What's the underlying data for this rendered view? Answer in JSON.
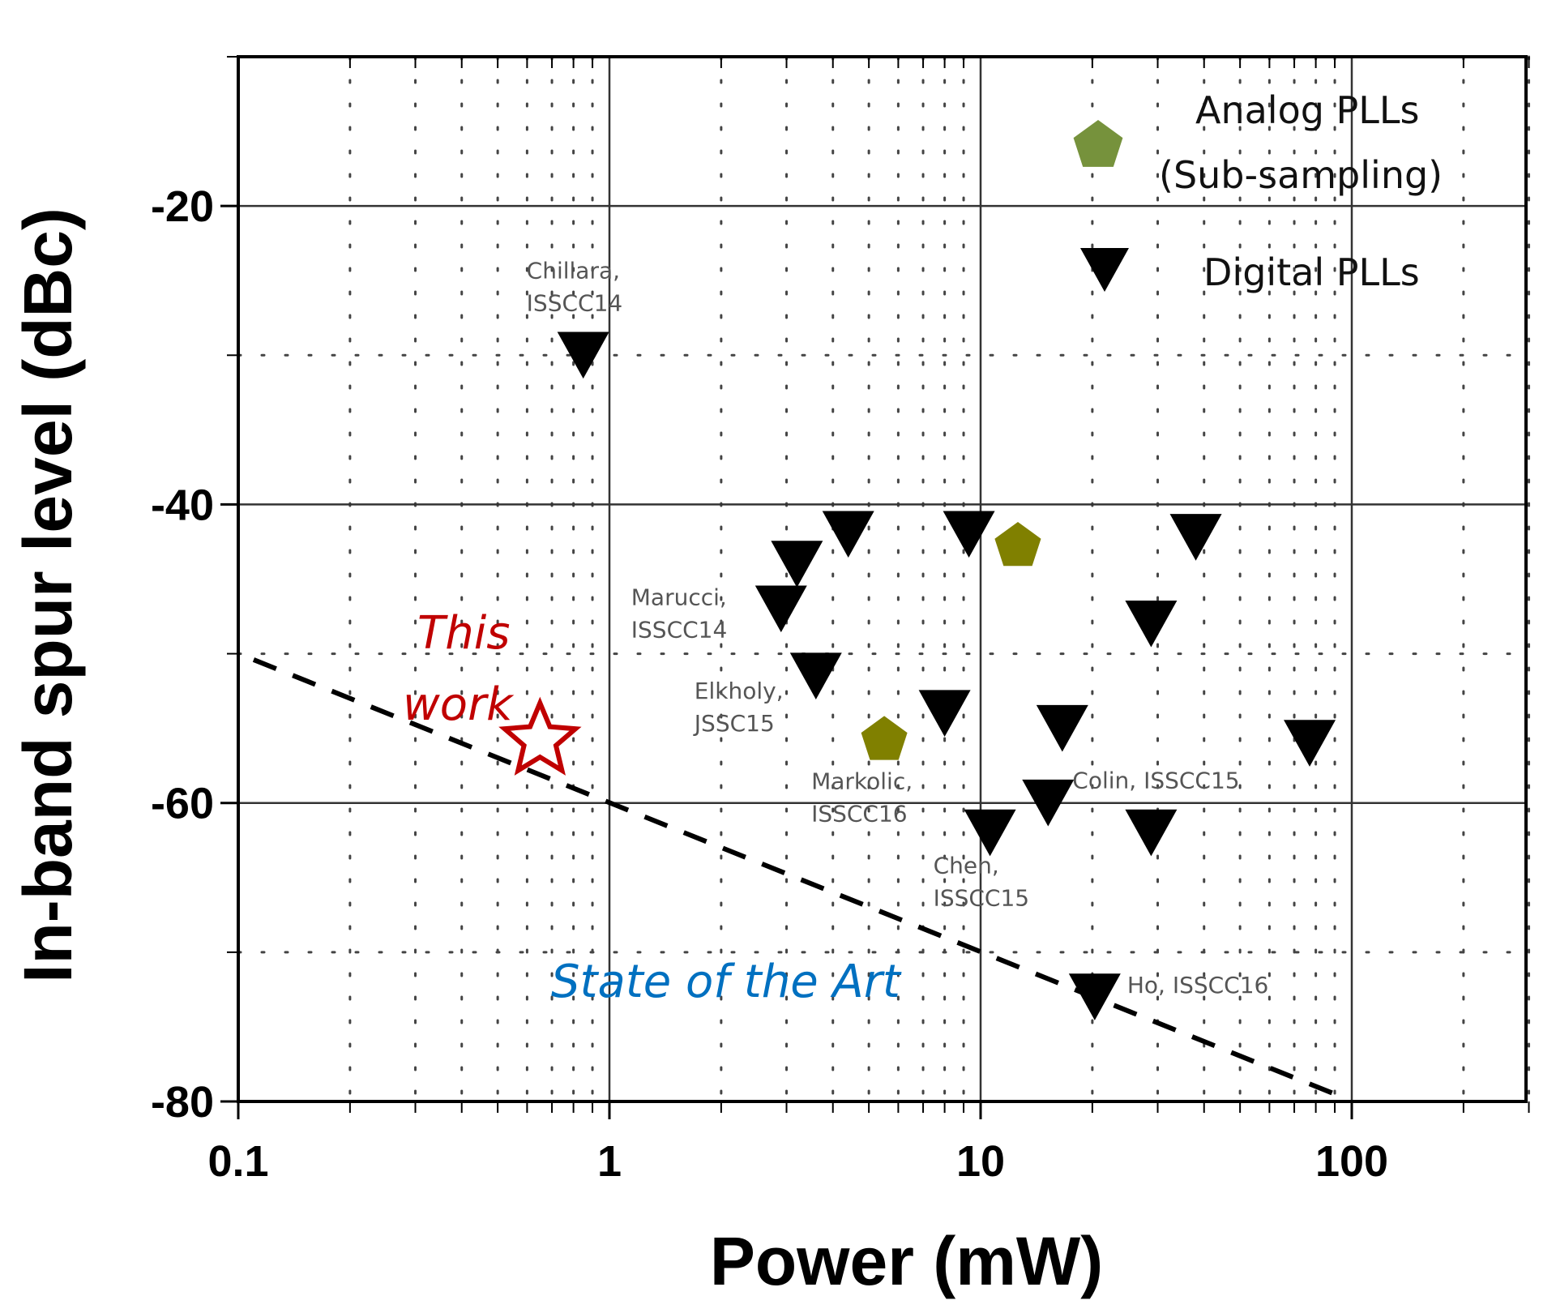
{
  "chart_data": {
    "type": "scatter",
    "title": "",
    "xlabel": "Power (mW)",
    "ylabel": "In-band spur level (dBc)",
    "xscale": "log",
    "xlim": [
      0.1,
      300
    ],
    "ylim": [
      -80,
      -10
    ],
    "x_ticks": [
      0.1,
      1,
      10,
      100
    ],
    "x_tick_labels": [
      "0.1",
      "1",
      "10",
      "100"
    ],
    "y_ticks": [
      -80,
      -60,
      -40,
      -20
    ],
    "y_tick_labels": [
      "-80",
      "-60",
      "-40",
      "-20"
    ],
    "grid": true,
    "legend_position": "top-right",
    "legend": [
      {
        "name": "Analog PLLs (Sub-sampling)",
        "lines": [
          "Analog PLLs",
          "(Sub-sampling)"
        ],
        "marker": "pentagon",
        "color": "#76923C"
      },
      {
        "name": "Digital PLLs",
        "lines": [
          "Digital PLLs"
        ],
        "marker": "triangle-down",
        "color": "#000000"
      }
    ],
    "series": [
      {
        "name": "Digital PLLs",
        "marker": "triangle-down",
        "color": "#000000",
        "points": [
          {
            "x": 0.85,
            "y": -30,
            "label": [
              "Chillara,",
              "ISSCC14"
            ]
          },
          {
            "x": 4.4,
            "y": -42,
            "label": null
          },
          {
            "x": 9.3,
            "y": -42,
            "label": null
          },
          {
            "x": 3.2,
            "y": -44,
            "label": null
          },
          {
            "x": 2.9,
            "y": -47,
            "label": [
              "Marucci,",
              "ISSCC14"
            ]
          },
          {
            "x": 3.6,
            "y": -51.5,
            "label": [
              "Elkholy,",
              "JSSC15"
            ]
          },
          {
            "x": 8.0,
            "y": -54,
            "label": null
          },
          {
            "x": 16.6,
            "y": -55,
            "label": null
          },
          {
            "x": 38,
            "y": -42.2,
            "label": null
          },
          {
            "x": 28.8,
            "y": -48,
            "label": null
          },
          {
            "x": 77,
            "y": -56,
            "label": null
          },
          {
            "x": 15.2,
            "y": -60,
            "label": [
              "Colin, ISSCC15"
            ]
          },
          {
            "x": 10.6,
            "y": -62,
            "label": [
              "Chen,",
              "ISSCC15"
            ]
          },
          {
            "x": 28.8,
            "y": -62,
            "label": null
          },
          {
            "x": 20.3,
            "y": -73,
            "label": [
              "Ho, ISSCC16"
            ]
          }
        ]
      },
      {
        "name": "Analog PLLs (Sub-sampling)",
        "marker": "pentagon",
        "color": "#808000",
        "points": [
          {
            "x": 12.6,
            "y": -42.8,
            "label": null
          },
          {
            "x": 5.5,
            "y": -55.8,
            "label": [
              "Markolic,",
              "ISSCC16"
            ]
          }
        ]
      },
      {
        "name": "This work",
        "marker": "star-open",
        "color": "#C00000",
        "points": [
          {
            "x": 0.65,
            "y": -55.8,
            "label": null
          }
        ]
      }
    ],
    "reference_line": {
      "name": "State of the Art",
      "style": "dashed",
      "color": "#000000",
      "x": [
        0.11,
        90
      ],
      "y": [
        -50.4,
        -79.5
      ]
    },
    "annotations": [
      {
        "text": [
          "This",
          "work"
        ],
        "color": "#C00000",
        "style": "italic",
        "anchor": {
          "x": 0.42,
          "y": -50
        }
      },
      {
        "text": [
          "State of the Art"
        ],
        "color": "#0070C0",
        "style": "italic",
        "anchor": {
          "x": 2.4,
          "y": -72
        }
      }
    ]
  }
}
